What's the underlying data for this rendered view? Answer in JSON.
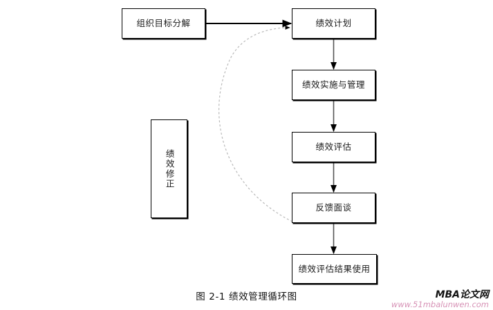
{
  "figure": {
    "caption": "图 2-1  绩效管理循环图",
    "background_color": "#ffffff",
    "line_color": "#000000",
    "dashed_line_color": "#b9b9b9"
  },
  "nodes": [
    {
      "id": "org-goal",
      "label": "组织目标分解",
      "orientation": "horizontal"
    },
    {
      "id": "perf-plan",
      "label": "绩效计划",
      "orientation": "horizontal"
    },
    {
      "id": "perf-exec",
      "label": "绩效实施与管理",
      "orientation": "horizontal"
    },
    {
      "id": "perf-eval",
      "label": "绩效评估",
      "orientation": "horizontal"
    },
    {
      "id": "feedback",
      "label": "反馈面谈",
      "orientation": "horizontal"
    },
    {
      "id": "result-use",
      "label": "绩效评估结果使用",
      "orientation": "horizontal"
    },
    {
      "id": "perf-revise",
      "label": "绩效修正",
      "orientation": "vertical"
    }
  ],
  "connections": [
    {
      "id": "org-goal-to-perf-plan",
      "from": "org-goal",
      "to": "perf-plan",
      "style": "solid",
      "arrow": true
    },
    {
      "id": "perf-plan-to-perf-exec",
      "from": "perf-plan",
      "to": "perf-exec",
      "style": "solid",
      "arrow": true
    },
    {
      "id": "perf-exec-to-perf-eval",
      "from": "perf-exec",
      "to": "perf-eval",
      "style": "solid",
      "arrow": true
    },
    {
      "id": "perf-eval-to-feedback",
      "from": "perf-eval",
      "to": "feedback",
      "style": "solid",
      "arrow": true
    },
    {
      "id": "feedback-to-result-use",
      "from": "feedback",
      "to": "result-use",
      "style": "solid",
      "arrow": true
    },
    {
      "id": "feedback-to-perf-plan",
      "from": "feedback",
      "to": "perf-plan",
      "style": "dashed",
      "arrow": true
    }
  ],
  "watermark": {
    "title": "MBA论文网",
    "url": "www.51mbalunwen.com",
    "title_color": "#121212",
    "url_color": "#d792b6"
  }
}
